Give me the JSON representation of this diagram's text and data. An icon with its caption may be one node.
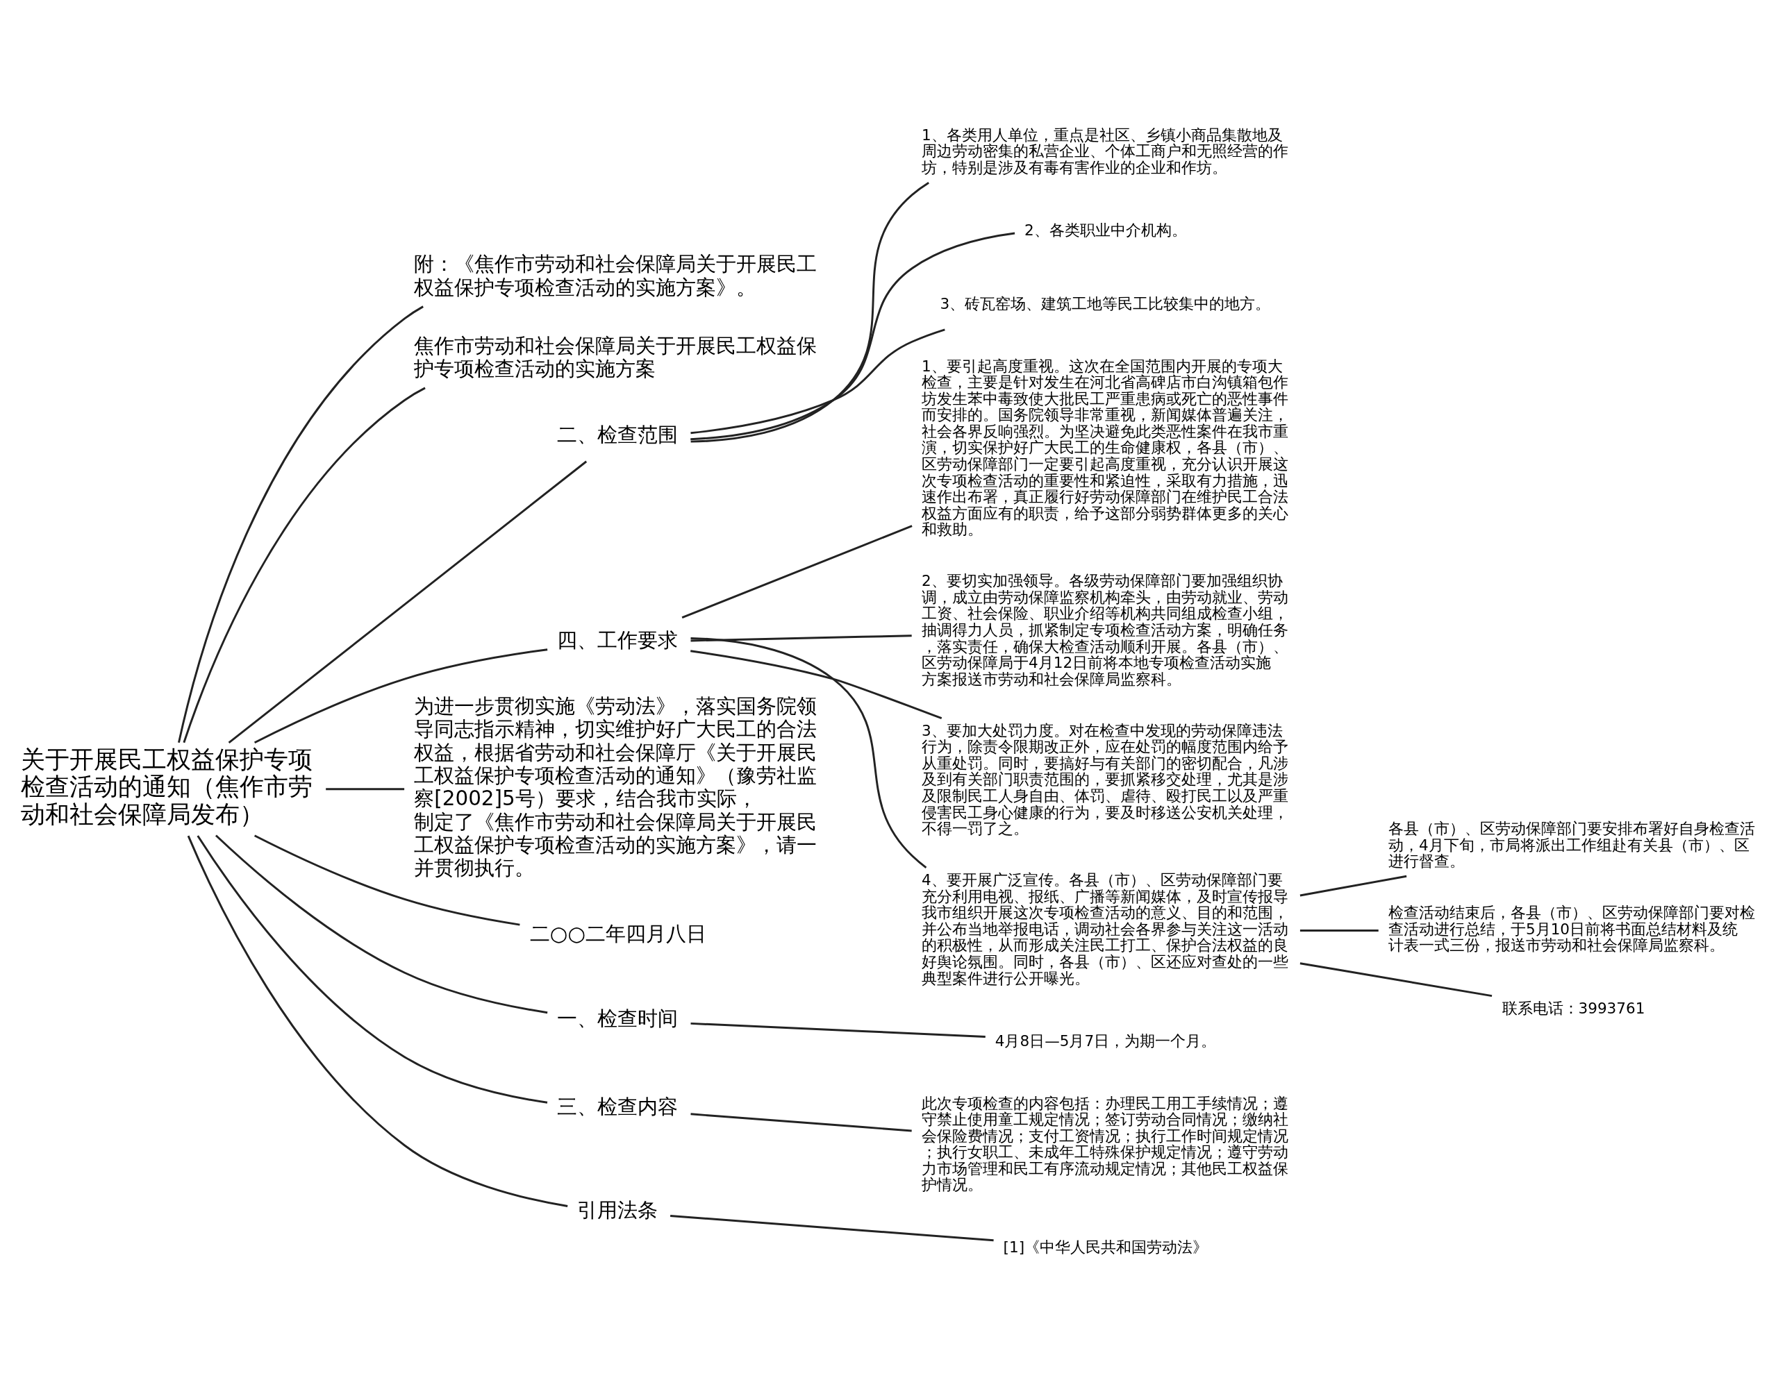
{
  "diagram": {
    "nodes": [
      {
        "text": [
          "关于开展民工权益保护专项检查活动的通知（焦作市劳动和社会保障局发布）"
        ]
      },
      {
        "text": [
          "附：《焦作市劳动和社会保障局关于开展民工权益保护专项检查活动的实施方案》。"
        ]
      },
      {
        "text": [
          "焦作市劳动和社会保障局关于开展民工权益保护专项检查活动的实施方案"
        ]
      },
      {
        "text": [
          "二、检查范围"
        ]
      },
      {
        "text": [
          "1、各类用人单位，重点是社区、乡镇小商品集散地及周边劳动密集的私营企业、个体工商户和无照经营的作坊，特别是涉及有毒有害作业的企业和作坊。"
        ]
      },
      {
        "text": [
          "2、各类职业中介机构。"
        ]
      },
      {
        "text": [
          "3、砖瓦窑场、建筑工地等民工比较集中的地方。"
        ]
      },
      {
        "text": [
          "四、工作要求"
        ]
      },
      {
        "text": [
          "1、要引起高度重视。这次在全国范围内开展的专项大检查，主要是针对发生在河北省高碑店市白沟镇箱包作坊发生苯中毒致使大批民工严重患病或死亡的恶性事件而安排的。国务院领导非常重视，新闻媒体普遍关注，社会各界反响强烈。为坚决避免此类恶性案件在我市重演，切实保护好广大民工的生命健康权，各县（市）、区劳动保障部门一定要引起高度重视，充分认识开展这次专项检查活动的重要性和紧迫性，采取有力措施，迅速作出布署，真正履行好劳动保障部门在维护民工合法权益方面应有的职责，给予这部分弱势群体更多的关心和救助。"
        ]
      },
      {
        "text": [
          "2、要切实加强领导。各级劳动保障部门要加强组织协调，成立由劳动保障监察机构牵头，由劳动就业、劳动工资、社会保险、职业介绍等机构共同组成检查小组，抽调得力人员，抓紧制定专项检查活动方案，明确任务，落实责任，确保大检查活动顺利开展。各县（市）、区劳动保障局于4月12日前将本地专项检查活动实施方案报送市劳动和社会保障局监察科。"
        ]
      },
      {
        "text": [
          "3、要加大处罚力度。对在检查中发现的劳动保障违法行为，除责令限期改正外，应在处罚的幅度范围内给予从重处罚。同时，要搞好与有关部门的密切配合，凡涉及到有关部门职责范围的，要抓紧移交处理，尤其是涉及限制民工人身自由、体罚、虐待、殴打民工以及严重侵害民工身心健康的行为，要及时移送公安机关处理，不得一罚了之。"
        ]
      },
      {
        "text": [
          "4、要开展广泛宣传。各县（市）、区劳动保障部门要充分利用电视、报纸、广播等新闻媒体，及时宣传报导我市组织开展这次专项检查活动的意义、目的和范围，并公布当地举报电话，调动社会各界参与关注这一活动的积极性，从而形成关注民工打工、保护合法权益的良好舆论氛围。同时，各县（市）、区还应对查处的一些典型案件进行公开曝光。"
        ]
      },
      {
        "text": [
          "各县（市）、区劳动保障部门要安排布署好自身检查活动，4月下旬，市局将派出工作组赴有关县（市）、区进行督查。"
        ]
      },
      {
        "text": [
          "检查活动结束后，各县（市）、区劳动保障部门要对检查活动进行总结，于5月10日前将书面总结材料及统计表一式三份，报送市劳动和社会保障局监察科。"
        ]
      },
      {
        "text": [
          "联系电话：3993761"
        ]
      },
      {
        "text": [
          "为进一步贯彻实施《劳动法》，落实国务院领导同志指示精神，切实维护好广大民工的合法权益，根据省劳动和社会保障厅《关于开展民工权益保护专项检查活动的通知》（豫劳社监察[2002]5号）要求，结合我市实际，制定了《焦作市劳动和社会保障局关于开展民工权益保护专项检查活动的实施方案》，请一并贯彻执行。"
        ]
      },
      {
        "text": [
          "二○○二年四月八日"
        ]
      },
      {
        "text": [
          "一、检查时间"
        ]
      },
      {
        "text": [
          "4月8日—5月7日，为期一个月。"
        ]
      },
      {
        "text": [
          "三、检查内容"
        ]
      },
      {
        "text": [
          "此次专项检查的内容包括：办理民工用工手续情况；遵守禁止使用童工规定情况；签订劳动合同情况；缴纳社会保险费情况；支付工资情况；执行工作时间规定情况；执行女职工、未成年工特殊保护规定情况；遵守劳动力市场管理和民工有序流动规定情况；其他民工权益保护情况。"
        ]
      },
      {
        "text": [
          "引用法条"
        ]
      },
      {
        "text": [
          "[1]《中华人民共和国劳动法》"
        ]
      }
    ],
    "edges": [
      {
        "from": 0,
        "to": 1,
        "arrow": "none"
      },
      {
        "from": 0,
        "to": 2,
        "arrow": "none"
      },
      {
        "from": 0,
        "to": 3,
        "arrow": "none"
      },
      {
        "from": 3,
        "to": 4,
        "arrow": "none"
      },
      {
        "from": 3,
        "to": 5,
        "arrow": "none"
      },
      {
        "from": 3,
        "to": 6,
        "arrow": "none"
      },
      {
        "from": 0,
        "to": 7,
        "arrow": "none"
      },
      {
        "from": 7,
        "to": 8,
        "arrow": "none"
      },
      {
        "from": 7,
        "to": 9,
        "arrow": "none"
      },
      {
        "from": 7,
        "to": 10,
        "arrow": "none"
      },
      {
        "from": 7,
        "to": 11,
        "arrow": "none"
      },
      {
        "from": 11,
        "to": 12,
        "arrow": "none"
      },
      {
        "from": 11,
        "to": 13,
        "arrow": "none"
      },
      {
        "from": 11,
        "to": 14,
        "arrow": "none"
      },
      {
        "from": 0,
        "to": 15,
        "arrow": "none"
      },
      {
        "from": 0,
        "to": 16,
        "arrow": "none"
      },
      {
        "from": 0,
        "to": 17,
        "arrow": "none"
      },
      {
        "from": 17,
        "to": 18,
        "arrow": "none"
      },
      {
        "from": 0,
        "to": 19,
        "arrow": "none"
      },
      {
        "from": 19,
        "to": 20,
        "arrow": "none"
      },
      {
        "from": 0,
        "to": 21,
        "arrow": "none"
      },
      {
        "from": 21,
        "to": 22,
        "arrow": "none"
      }
    ]
  }
}
